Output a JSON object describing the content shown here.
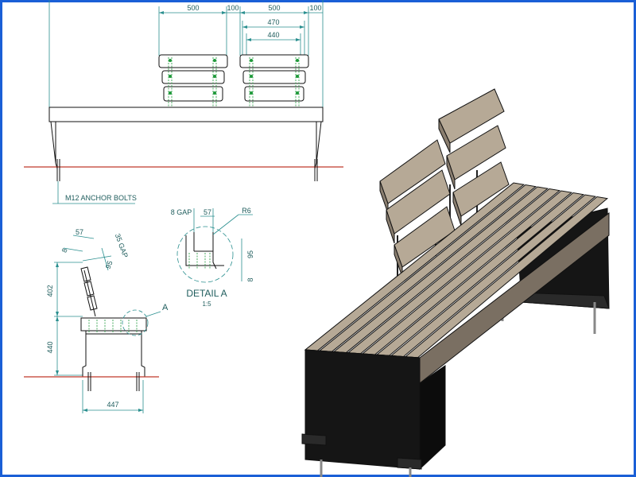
{
  "colors": {
    "frame": "#1a5fd6",
    "outline": "#111111",
    "dimension": "#2a8f8f",
    "dimension_text": "#1f5d5d",
    "ground": "#c0392b",
    "bolt_hidden": "#1f9a3a",
    "wood_top": "#b6a996",
    "wood_side": "#8a7e6f",
    "steel": "#151515"
  },
  "front_view": {
    "dims": [
      "500",
      "100",
      "500",
      "100",
      "470",
      "440"
    ],
    "anchor_label": "M12 ANCHOR BOLTS"
  },
  "side_view": {
    "dims": [
      "57",
      "8",
      "35 GAP",
      "95",
      "402",
      "440",
      "447"
    ],
    "detail_marker": "A"
  },
  "detail": {
    "dims": [
      "8 GAP",
      "57",
      "R6",
      "95",
      "8"
    ],
    "title": "DETAIL A",
    "scale": "1:5"
  },
  "iso_view": {
    "seat_slats": 8,
    "back_slats_per_panel": 3
  }
}
